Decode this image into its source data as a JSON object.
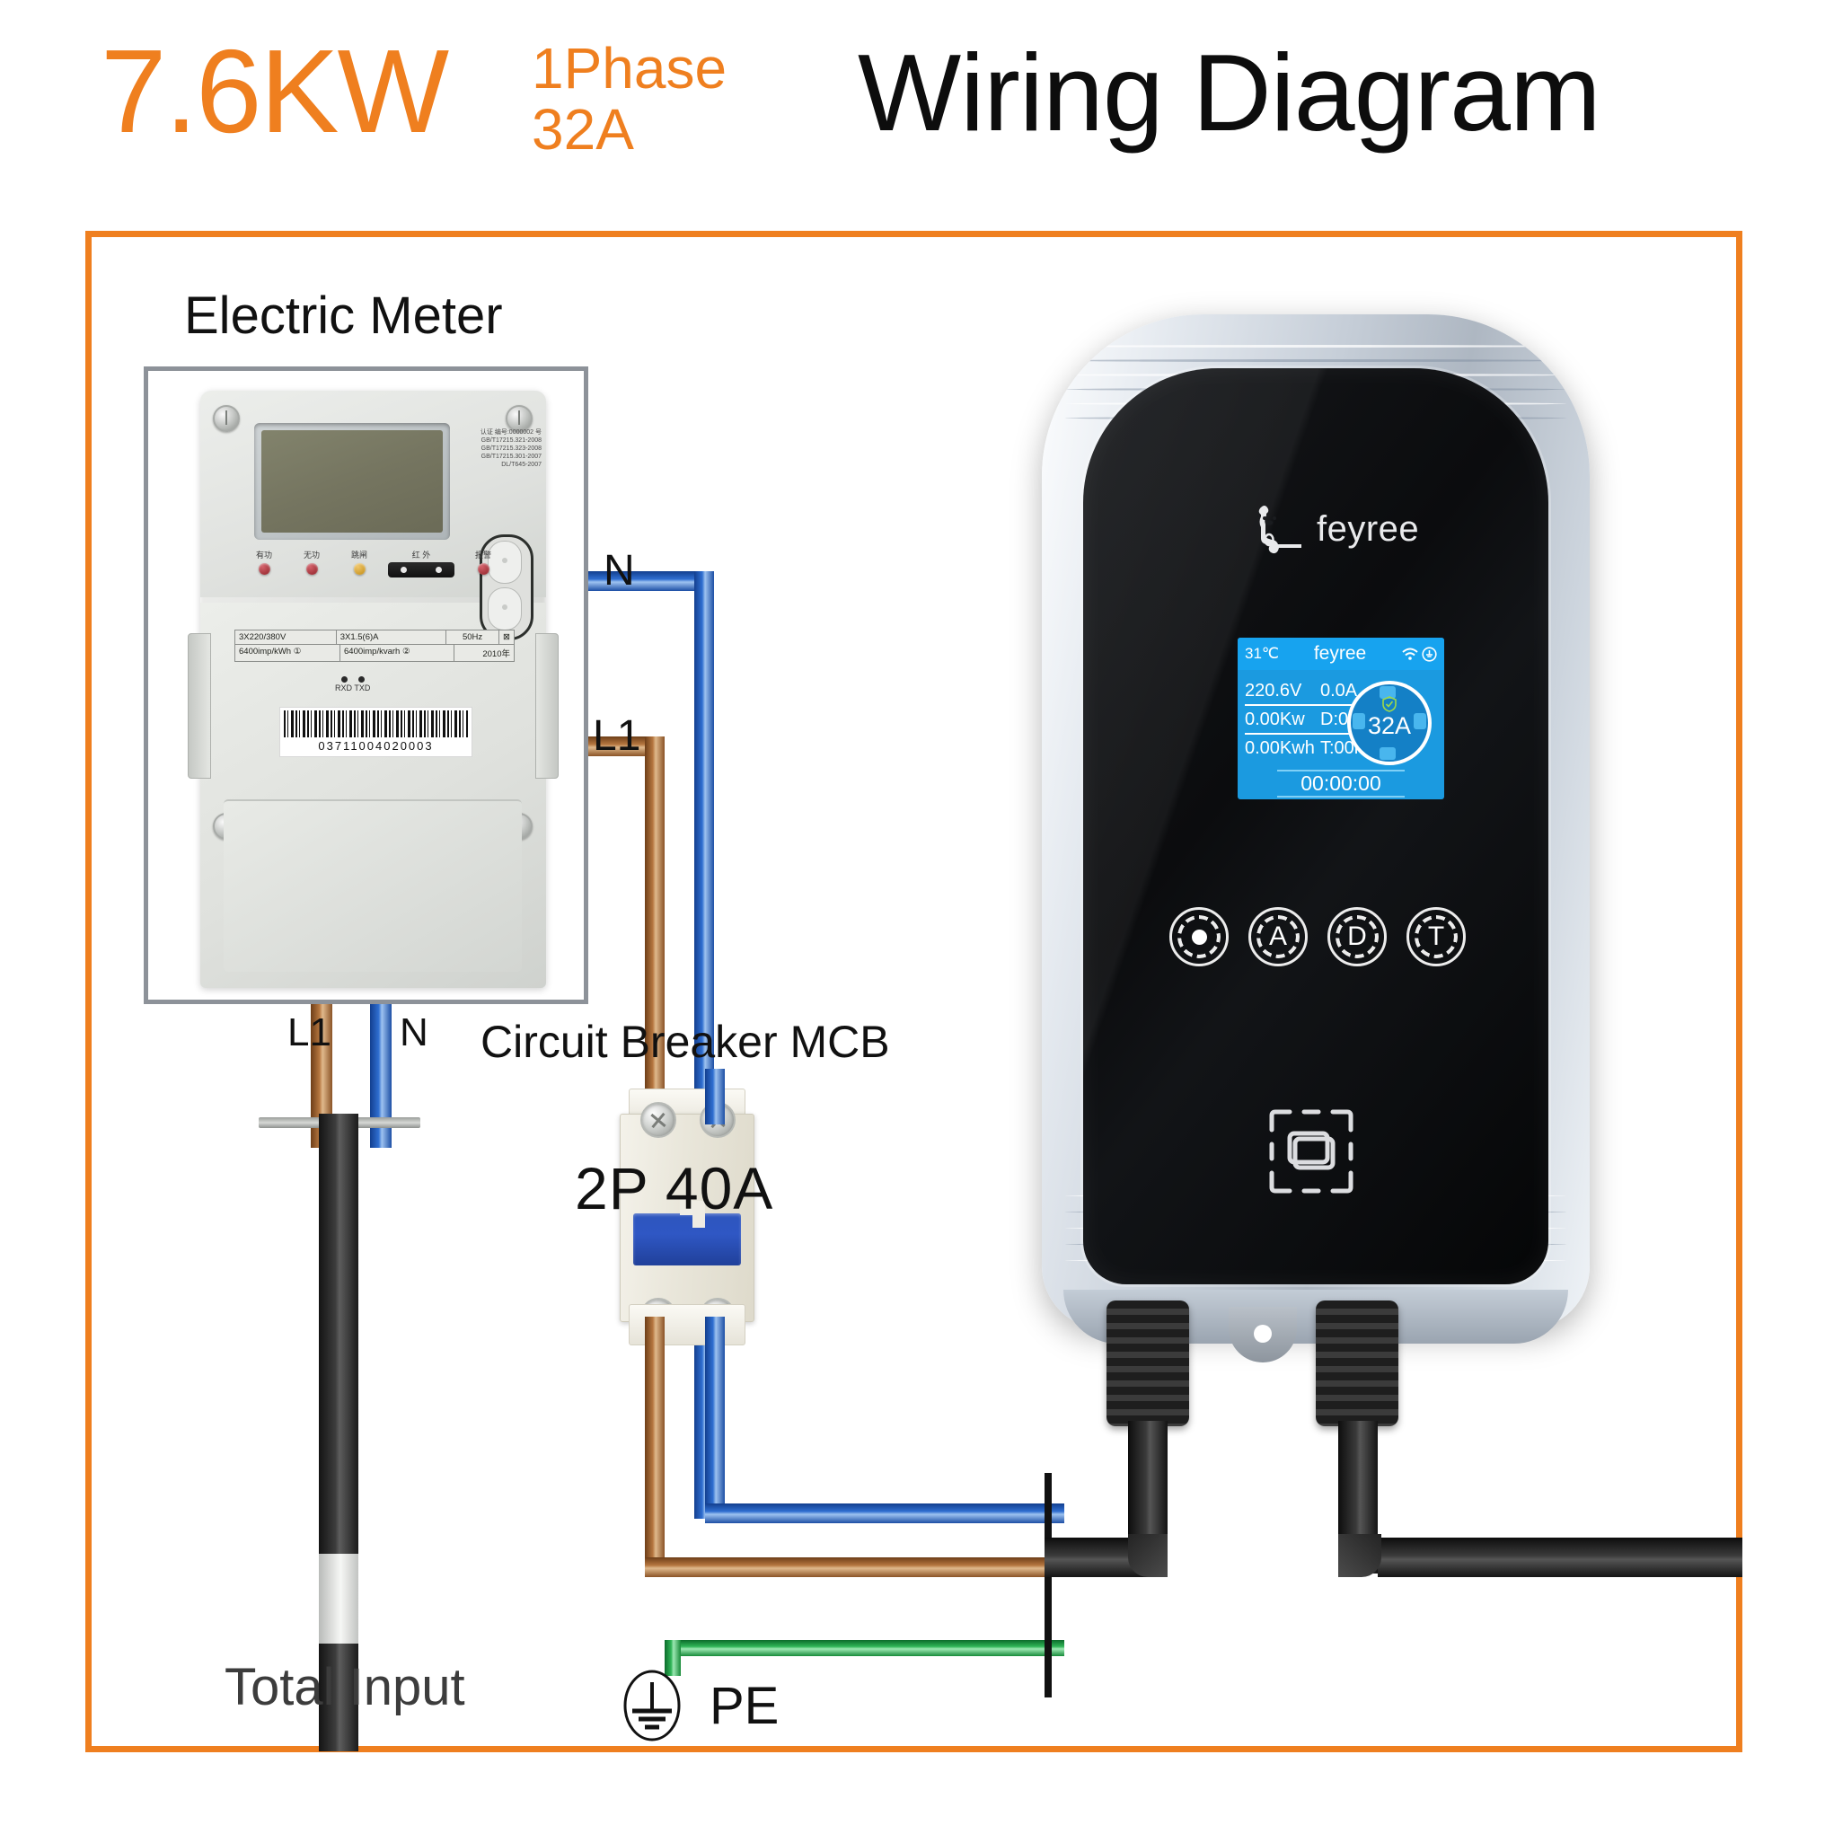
{
  "header": {
    "power": "7.6KW",
    "phase": "1Phase",
    "current": "32A",
    "title": "Wiring Diagram",
    "accent_color": "#ef7f1f"
  },
  "labels": {
    "electric_meter": "Electric Meter",
    "circuit_breaker": "Circuit Breaker MCB",
    "mcb_rating": "2P 40A",
    "total_input": "Total Input",
    "pe": "PE",
    "wire_n_top": "N",
    "wire_l1_top": "L1",
    "wire_l1_bottom": "L1",
    "wire_n_bottom": "N"
  },
  "meter": {
    "nameplate": {
      "voltage": "3X220/380V",
      "current": "3X1.5(6)A",
      "frequency": "50Hz",
      "year": "2010年",
      "imp_active": "6400imp/kWh ①",
      "imp_reactive": "6400imp/kvarh ②"
    },
    "serial": "03711004020003",
    "comm_label": "RXD TXD",
    "standards": [
      "认证 编号:0000002 号",
      "GB/T17215.321-2008",
      "GB/T17215.323-2008",
      "GB/T17215.301-2007",
      "DL/T645-2007"
    ],
    "led_labels": [
      "有功",
      "无功",
      "跳闸",
      "红 外",
      "报警"
    ]
  },
  "charger": {
    "brand": "feyree",
    "display": {
      "temperature": "31℃",
      "brand": "feyree",
      "voltage": "220.6V",
      "current": "0.0A",
      "power": "0.00Kw",
      "duration_label": "D:00h",
      "energy": "0.00Kwh",
      "total_label": "T:00h",
      "set_current": "32A",
      "timer": "00:00:00",
      "bg_color": "#1b9ae0",
      "header_color": "#17a3ef"
    },
    "touch_buttons": [
      {
        "name": "power",
        "glyph": "●"
      },
      {
        "name": "auth",
        "glyph": "A"
      },
      {
        "name": "delay",
        "glyph": "D"
      },
      {
        "name": "timer",
        "glyph": "T"
      }
    ]
  }
}
